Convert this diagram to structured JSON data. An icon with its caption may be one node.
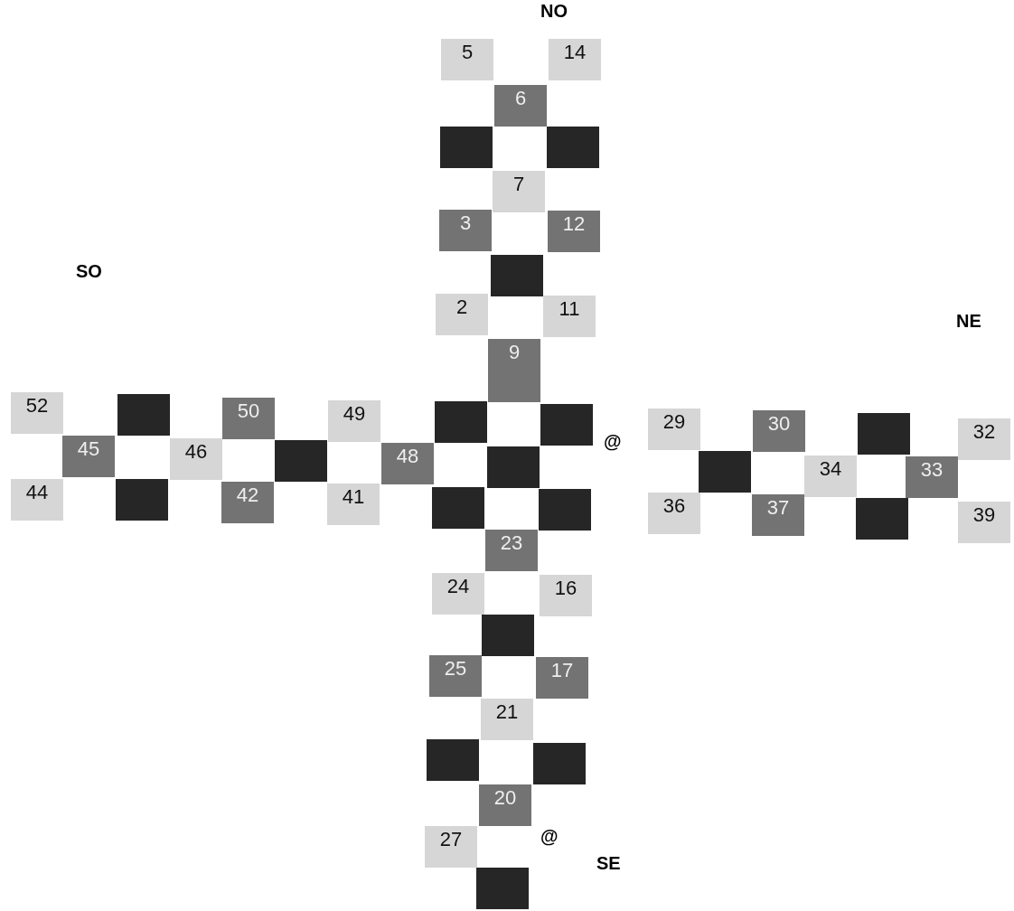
{
  "diagram": {
    "nodes": [
      {
        "text": [
          "5"
        ]
      },
      {
        "text": [
          "14"
        ]
      },
      {
        "text": [
          "6"
        ]
      },
      {
        "text": [],
        "shape": "box"
      },
      {
        "text": [],
        "shape": "box"
      },
      {
        "text": [
          "7"
        ]
      },
      {
        "text": [
          "3"
        ]
      },
      {
        "text": [
          "12"
        ]
      },
      {
        "text": [],
        "shape": "box"
      },
      {
        "text": [
          "2"
        ]
      },
      {
        "text": [
          "11"
        ]
      },
      {
        "text": [
          "9"
        ]
      },
      {
        "text": [
          "52"
        ]
      },
      {
        "text": [],
        "shape": "box"
      },
      {
        "text": [
          "50"
        ]
      },
      {
        "text": [
          "49"
        ]
      },
      {
        "text": [],
        "shape": "box"
      },
      {
        "text": [],
        "shape": "box"
      },
      {
        "text": [
          "29"
        ]
      },
      {
        "text": [
          "30"
        ]
      },
      {
        "text": [],
        "shape": "box"
      },
      {
        "text": [
          "32"
        ]
      },
      {
        "text": [
          "45"
        ]
      },
      {
        "text": [
          "46"
        ]
      },
      {
        "text": [],
        "shape": "box"
      },
      {
        "text": [
          "48"
        ]
      },
      {
        "text": [],
        "shape": "box"
      },
      {
        "text": [],
        "shape": "box"
      },
      {
        "text": [
          "34"
        ]
      },
      {
        "text": [
          "33"
        ]
      },
      {
        "text": [
          "44"
        ]
      },
      {
        "text": [],
        "shape": "box"
      },
      {
        "text": [
          "42"
        ]
      },
      {
        "text": [
          "41"
        ]
      },
      {
        "text": [],
        "shape": "box"
      },
      {
        "text": [],
        "shape": "box"
      },
      {
        "text": [
          "36"
        ]
      },
      {
        "text": [
          "37"
        ]
      },
      {
        "text": [],
        "shape": "box"
      },
      {
        "text": [
          "39"
        ]
      },
      {
        "text": [
          "23"
        ]
      },
      {
        "text": [
          "24"
        ]
      },
      {
        "text": [
          "16"
        ]
      },
      {
        "text": [],
        "shape": "box"
      },
      {
        "text": [
          "25"
        ]
      },
      {
        "text": [
          "17"
        ]
      },
      {
        "text": [
          "21"
        ]
      },
      {
        "text": [],
        "shape": "box"
      },
      {
        "text": [],
        "shape": "box"
      },
      {
        "text": [
          "20"
        ]
      },
      {
        "text": [
          "27"
        ]
      },
      {
        "text": [],
        "shape": "box"
      }
    ],
    "labels": [
      "NO",
      "SO",
      "NE",
      "@",
      "@",
      "SE"
    ]
  }
}
